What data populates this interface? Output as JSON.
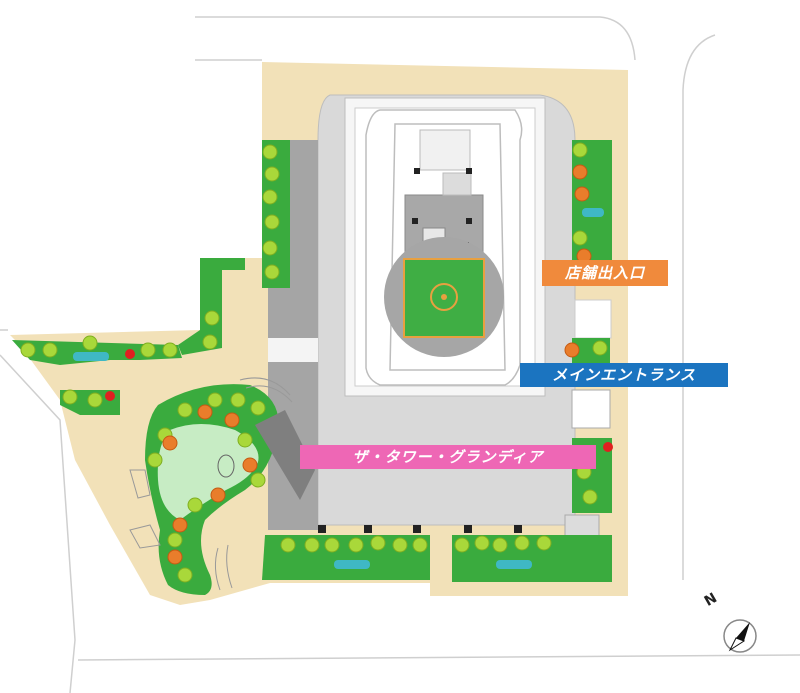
{
  "labels": {
    "shop_entrance": "店舗出入口",
    "main_entrance": "メインエントランス",
    "building_name": "ザ・タワー・グランディア"
  },
  "compass": {
    "north": "N"
  },
  "colors": {
    "shop_entrance": "#f08a3c",
    "main_entrance": "#1b74c0",
    "building_name": "#ee67b5",
    "lawn": "#3aab3e",
    "plaza": "#f2e1b8",
    "building": "#d9d9d9",
    "road_outline": "#cfcfcf"
  }
}
